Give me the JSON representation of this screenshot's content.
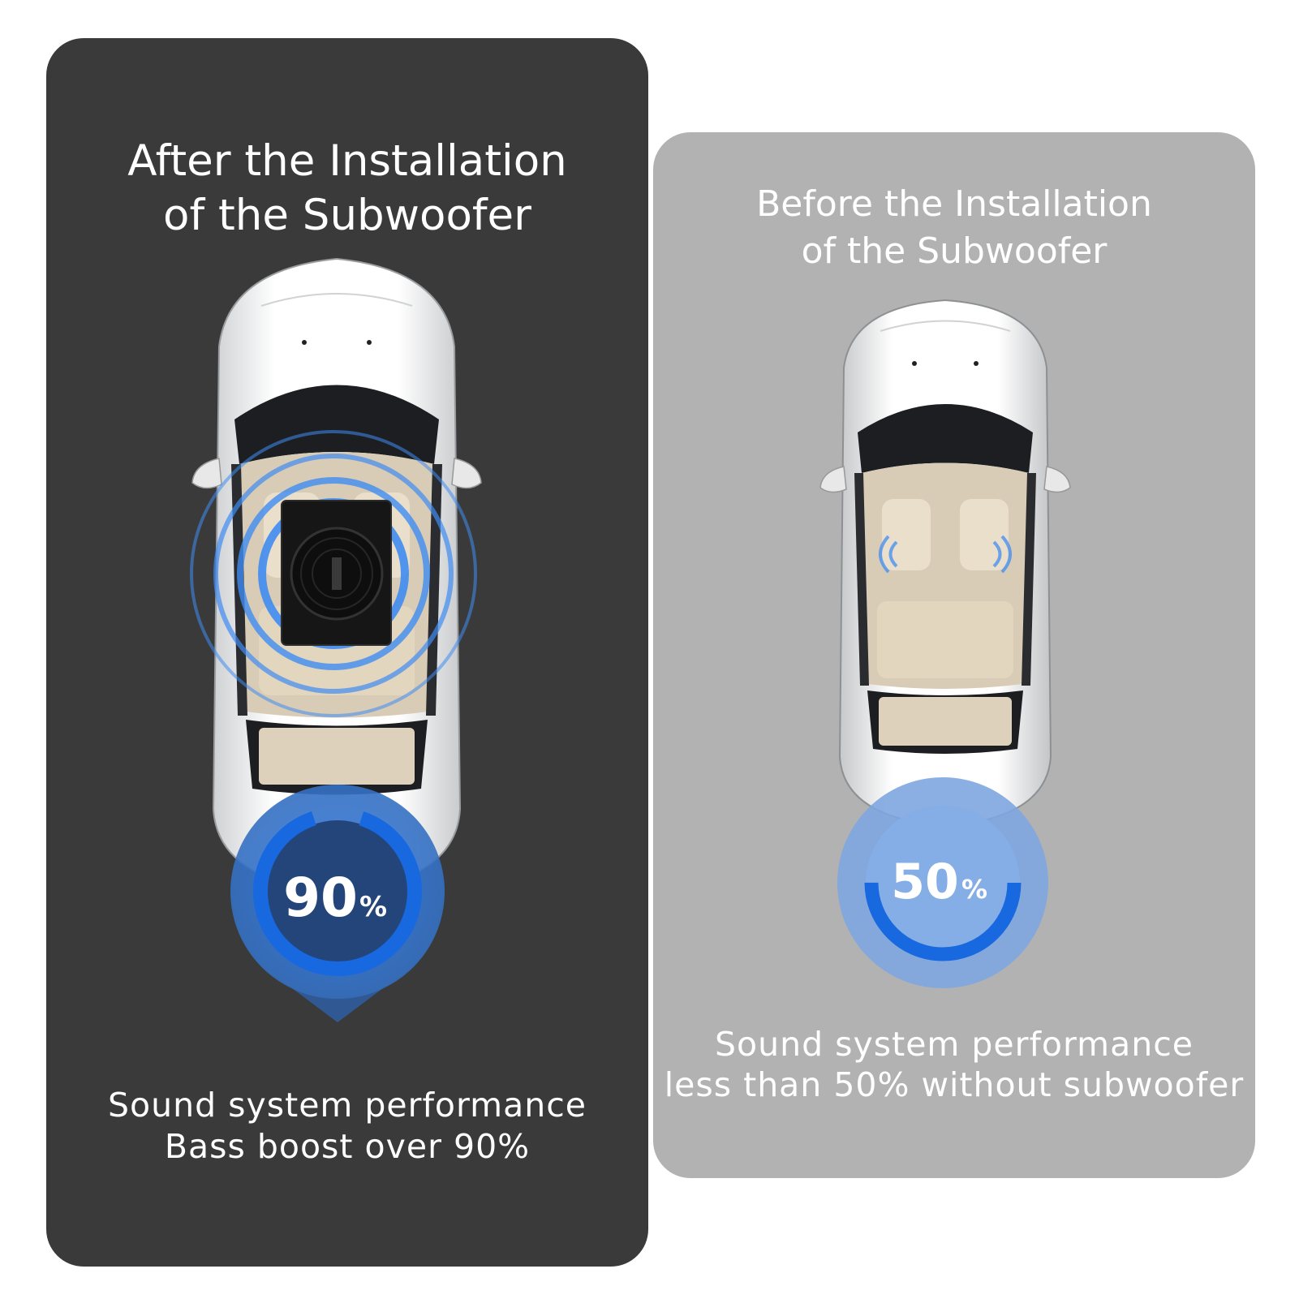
{
  "colors": {
    "panel_after": "#3a3a3a",
    "panel_before": "#b2b2b2",
    "accent_blue": "#1868e0",
    "wave_blue": "#3f8cf2"
  },
  "after": {
    "title": [
      "After the Installation",
      "of the Subwoofer"
    ],
    "percent": "90",
    "percent_sign": "%",
    "level": 0.9,
    "caption": [
      "Sound system performance",
      "Bass boost over 90%"
    ]
  },
  "before": {
    "title": [
      "Before the Installation",
      "of the Subwoofer"
    ],
    "percent": "50",
    "percent_sign": "%",
    "level": 0.5,
    "caption": [
      "Sound system performance",
      "less than 50% without subwoofer"
    ]
  }
}
